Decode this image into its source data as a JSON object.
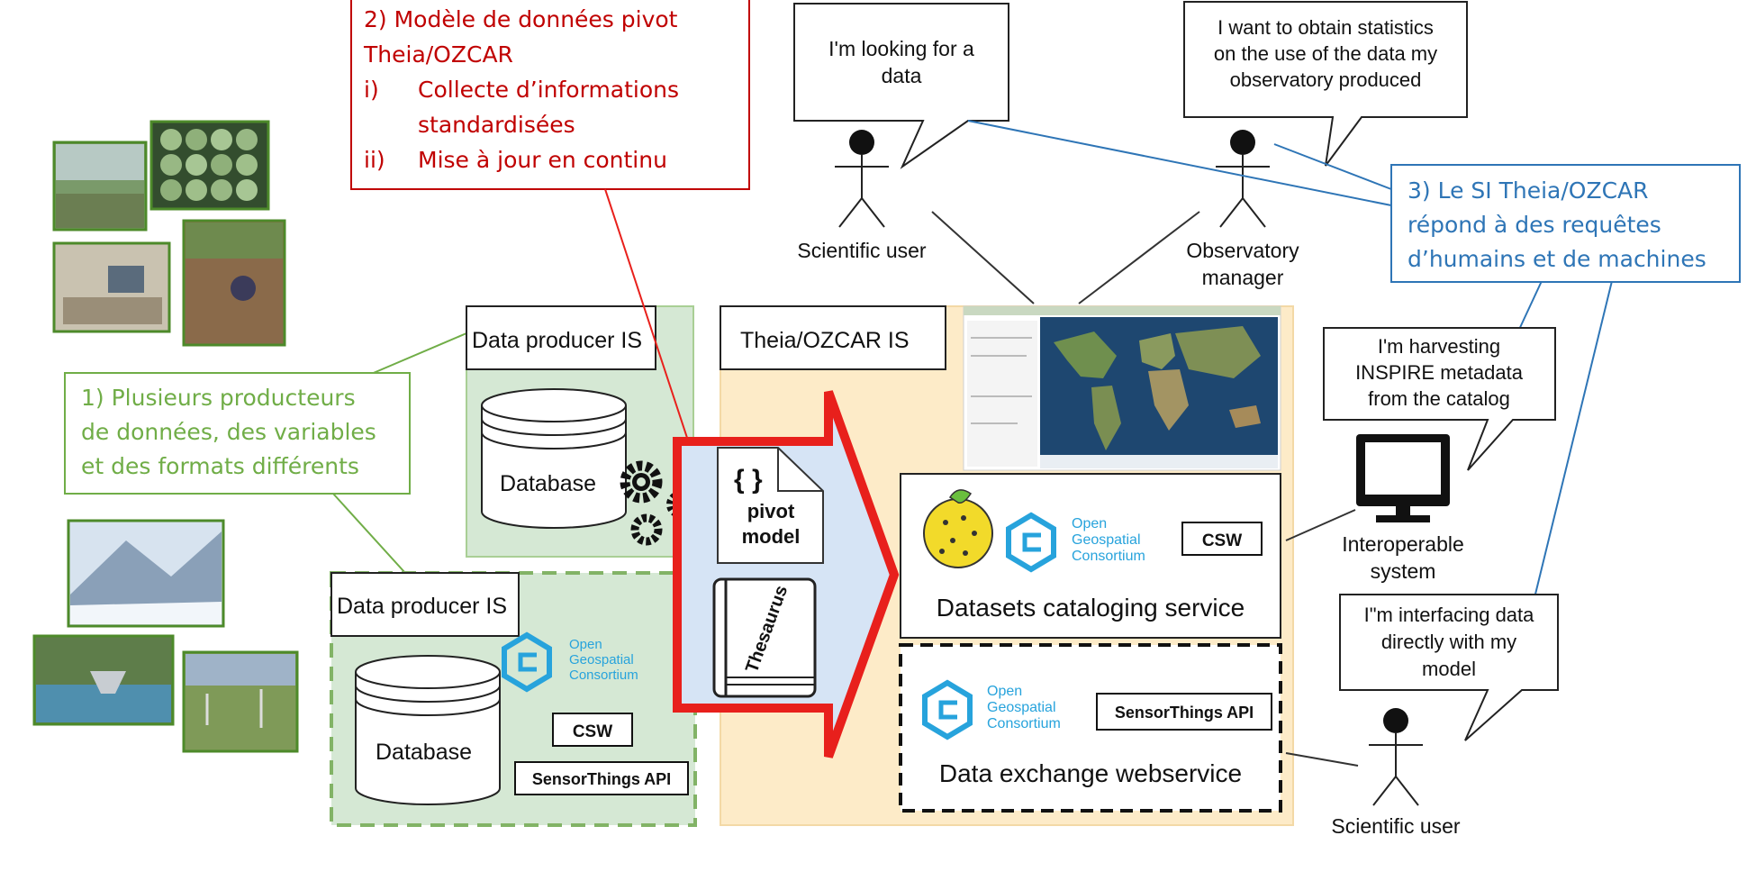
{
  "annotations": {
    "pivot_model_note": {
      "line1": "2) Modèle de données  pivot",
      "line2": "Theia/OZCAR",
      "item1_num": "i)",
      "item1_line1": "Collecte d’informations",
      "item1_line2": "standardisées",
      "item2_num": "ii)",
      "item2_line1": "Mise à jour en continu"
    },
    "producers_note": {
      "line1": "1) Plusieurs producteurs",
      "line2": "de données, des variables",
      "line3": "et des formats différents"
    },
    "system_note": {
      "line1": "3) Le SI Theia/OZCAR",
      "line2": "répond à des requêtes",
      "line3": "d’humains et de machines"
    }
  },
  "speech_bubbles": {
    "looking_for_data": {
      "line1": "I'm looking for a",
      "line2": "data"
    },
    "statistics": {
      "line1": "I want to obtain statistics",
      "line2": "on the use of the data my",
      "line3": "observatory produced"
    },
    "harvesting": {
      "line1": "I'm harvesting",
      "line2": "INSPIRE metadata",
      "line3": "from the catalog"
    },
    "interfacing": {
      "line1": "I\"m interfacing data",
      "line2": "directly with my",
      "line3": "model"
    }
  },
  "actors": {
    "scientific_user_top": "Scientific user",
    "observatory_manager_line1": "Observatory",
    "observatory_manager_line2": "manager",
    "interoperable_line1": "Interoperable",
    "interoperable_line2": "system",
    "scientific_user_bottom": "Scientific user"
  },
  "producer_top": {
    "title": "Data producer IS",
    "database": "Database"
  },
  "producer_bottom": {
    "title": "Data producer IS",
    "database": "Database",
    "ogc_line1": "Open",
    "ogc_line2": "Geospatial",
    "ogc_line3": "Consortium",
    "csw": "CSW",
    "sensorthings": "SensorThings API"
  },
  "pivot": {
    "braces": "{ }",
    "line1": "pivot",
    "line2": "model",
    "thesaurus": "Thesaurus"
  },
  "theia": {
    "title": "Theia/OZCAR IS"
  },
  "catalog_service": {
    "ogc_line1": "Open",
    "ogc_line2": "Geospatial",
    "ogc_line3": "Consortium",
    "csw": "CSW",
    "label": "Datasets cataloging service"
  },
  "exchange_service": {
    "ogc_line1": "Open",
    "ogc_line2": "Geospatial",
    "ogc_line3": "Consortium",
    "sensorthings": "SensorThings API",
    "label": "Data exchange webservice"
  },
  "colors": {
    "red_note": "#c00000",
    "green_note": "#70ad47",
    "blue_note": "#2e75b6",
    "producer_fill": "#d5e8d4",
    "theia_fill": "#fdebc8",
    "pivot_fill": "#d6e4f5",
    "ogc_blue": "#27a3dc",
    "arrow_red": "#e8201c"
  }
}
